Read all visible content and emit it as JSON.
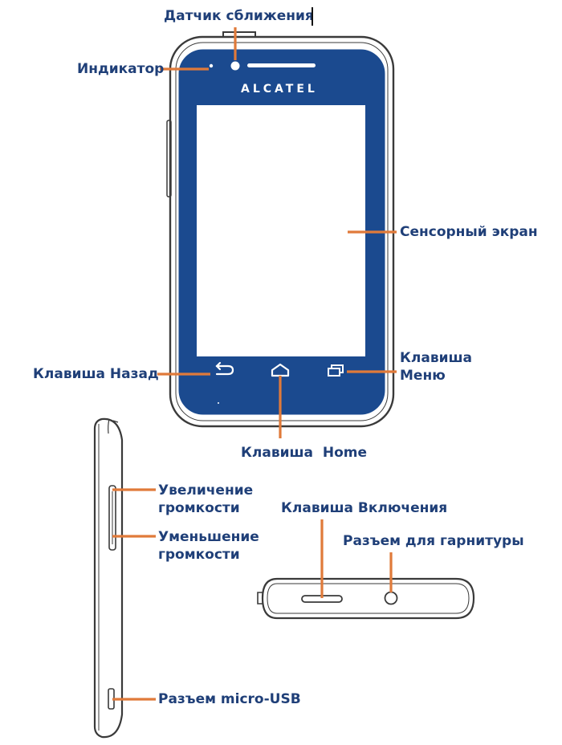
{
  "brand": "ALCATEL",
  "labels": {
    "proximity_sensor": "Датчик сближения",
    "indicator": "Индикатор",
    "touchscreen": "Сенсорный экран",
    "back_key": "Клавиша Назад",
    "menu_key": [
      "Клавиша",
      "Меню"
    ],
    "home_key": "Клавиша  Home",
    "volume_up": [
      "Увеличение",
      "громкости"
    ],
    "volume_down": [
      "Уменьшение",
      "громкости"
    ],
    "power_key": "Клавиша Включения",
    "headset_jack": "Разъем для гарнитуры",
    "micro_usb": "Разъем micro-USB"
  },
  "colors": {
    "label_text": "#1f3f78",
    "leader_line": "#e07a3a",
    "phone_blue": "#1b4a8f",
    "outline": "#3a3a3a"
  },
  "icons": {
    "back": "back-arrow-icon",
    "home": "home-icon",
    "menu": "recent-apps-icon"
  }
}
